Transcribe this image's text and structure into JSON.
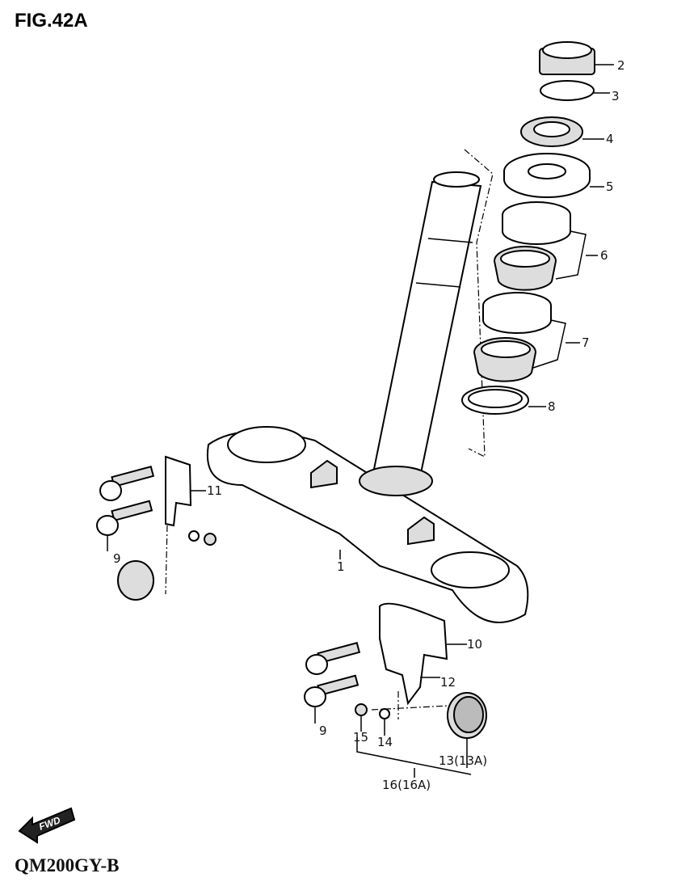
{
  "figure": {
    "title": "FIG.42A",
    "model": "QM200GY-B",
    "direction_badge": "FWD"
  },
  "callouts": {
    "c1": "1",
    "c2": "2",
    "c3": "3",
    "c4": "4",
    "c5": "5",
    "c6": "6",
    "c7": "7",
    "c8": "8",
    "c9a": "9",
    "c9b": "9",
    "c10": "10",
    "c11": "11",
    "c12": "12",
    "c13": "13(13A)",
    "c14": "14",
    "c15": "15",
    "c16": "16(16A)"
  }
}
